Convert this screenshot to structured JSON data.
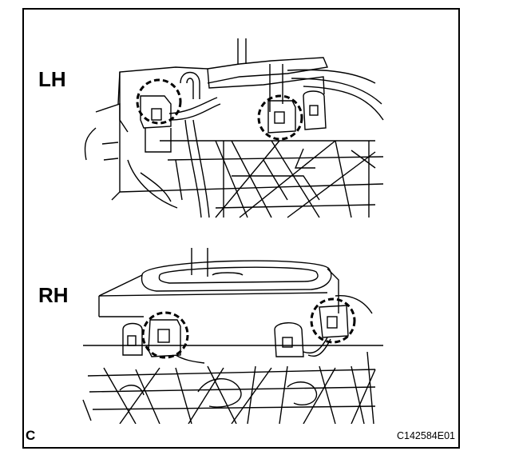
{
  "panels": {
    "top_label": "LH",
    "bottom_label": "RH"
  },
  "figure": {
    "corner_letter": "C",
    "code": "C142584E01"
  },
  "colors": {
    "line": "#000000",
    "background": "#ffffff"
  }
}
